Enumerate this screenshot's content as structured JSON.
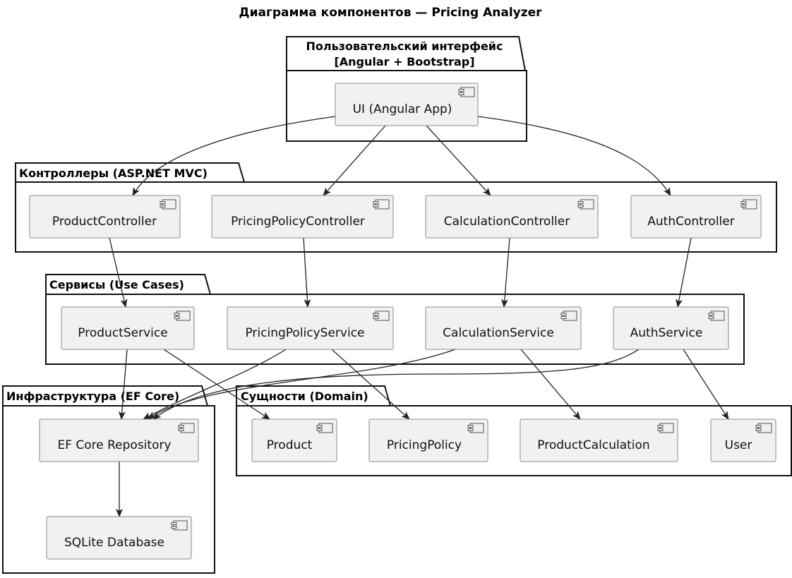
{
  "title": "Диаграмма компонентов — Pricing Analyzer",
  "packages": {
    "ui": {
      "line1": "Пользовательский интерфейс",
      "line2": "[Angular + Bootstrap]"
    },
    "controllers": {
      "label": "Контроллеры (ASP.NET MVC)"
    },
    "services": {
      "label": "Сервисы (Use Cases)"
    },
    "infra": {
      "label": "Инфраструктура (EF Core)"
    },
    "domain": {
      "label": "Сущности (Domain)"
    }
  },
  "components": {
    "ui_app": "UI (Angular App)",
    "product_controller": "ProductController",
    "pricing_policy_controller": "PricingPolicyController",
    "calculation_controller": "CalculationController",
    "auth_controller": "AuthController",
    "product_service": "ProductService",
    "pricing_policy_service": "PricingPolicyService",
    "calculation_service": "CalculationService",
    "auth_service": "AuthService",
    "ef_repository": "EF Core Repository",
    "sqlite_db": "SQLite Database",
    "product": "Product",
    "pricing_policy": "PricingPolicy",
    "product_calculation": "ProductCalculation",
    "user": "User"
  },
  "dependencies": [
    {
      "from": "UI (Angular App)",
      "to": "ProductController"
    },
    {
      "from": "UI (Angular App)",
      "to": "PricingPolicyController"
    },
    {
      "from": "UI (Angular App)",
      "to": "CalculationController"
    },
    {
      "from": "UI (Angular App)",
      "to": "AuthController"
    },
    {
      "from": "ProductController",
      "to": "ProductService"
    },
    {
      "from": "PricingPolicyController",
      "to": "PricingPolicyService"
    },
    {
      "from": "CalculationController",
      "to": "CalculationService"
    },
    {
      "from": "AuthController",
      "to": "AuthService"
    },
    {
      "from": "ProductService",
      "to": "EF Core Repository"
    },
    {
      "from": "ProductService",
      "to": "Product"
    },
    {
      "from": "PricingPolicyService",
      "to": "EF Core Repository"
    },
    {
      "from": "PricingPolicyService",
      "to": "PricingPolicy"
    },
    {
      "from": "CalculationService",
      "to": "EF Core Repository"
    },
    {
      "from": "CalculationService",
      "to": "ProductCalculation"
    },
    {
      "from": "AuthService",
      "to": "EF Core Repository"
    },
    {
      "from": "AuthService",
      "to": "User"
    },
    {
      "from": "EF Core Repository",
      "to": "SQLite Database"
    }
  ]
}
